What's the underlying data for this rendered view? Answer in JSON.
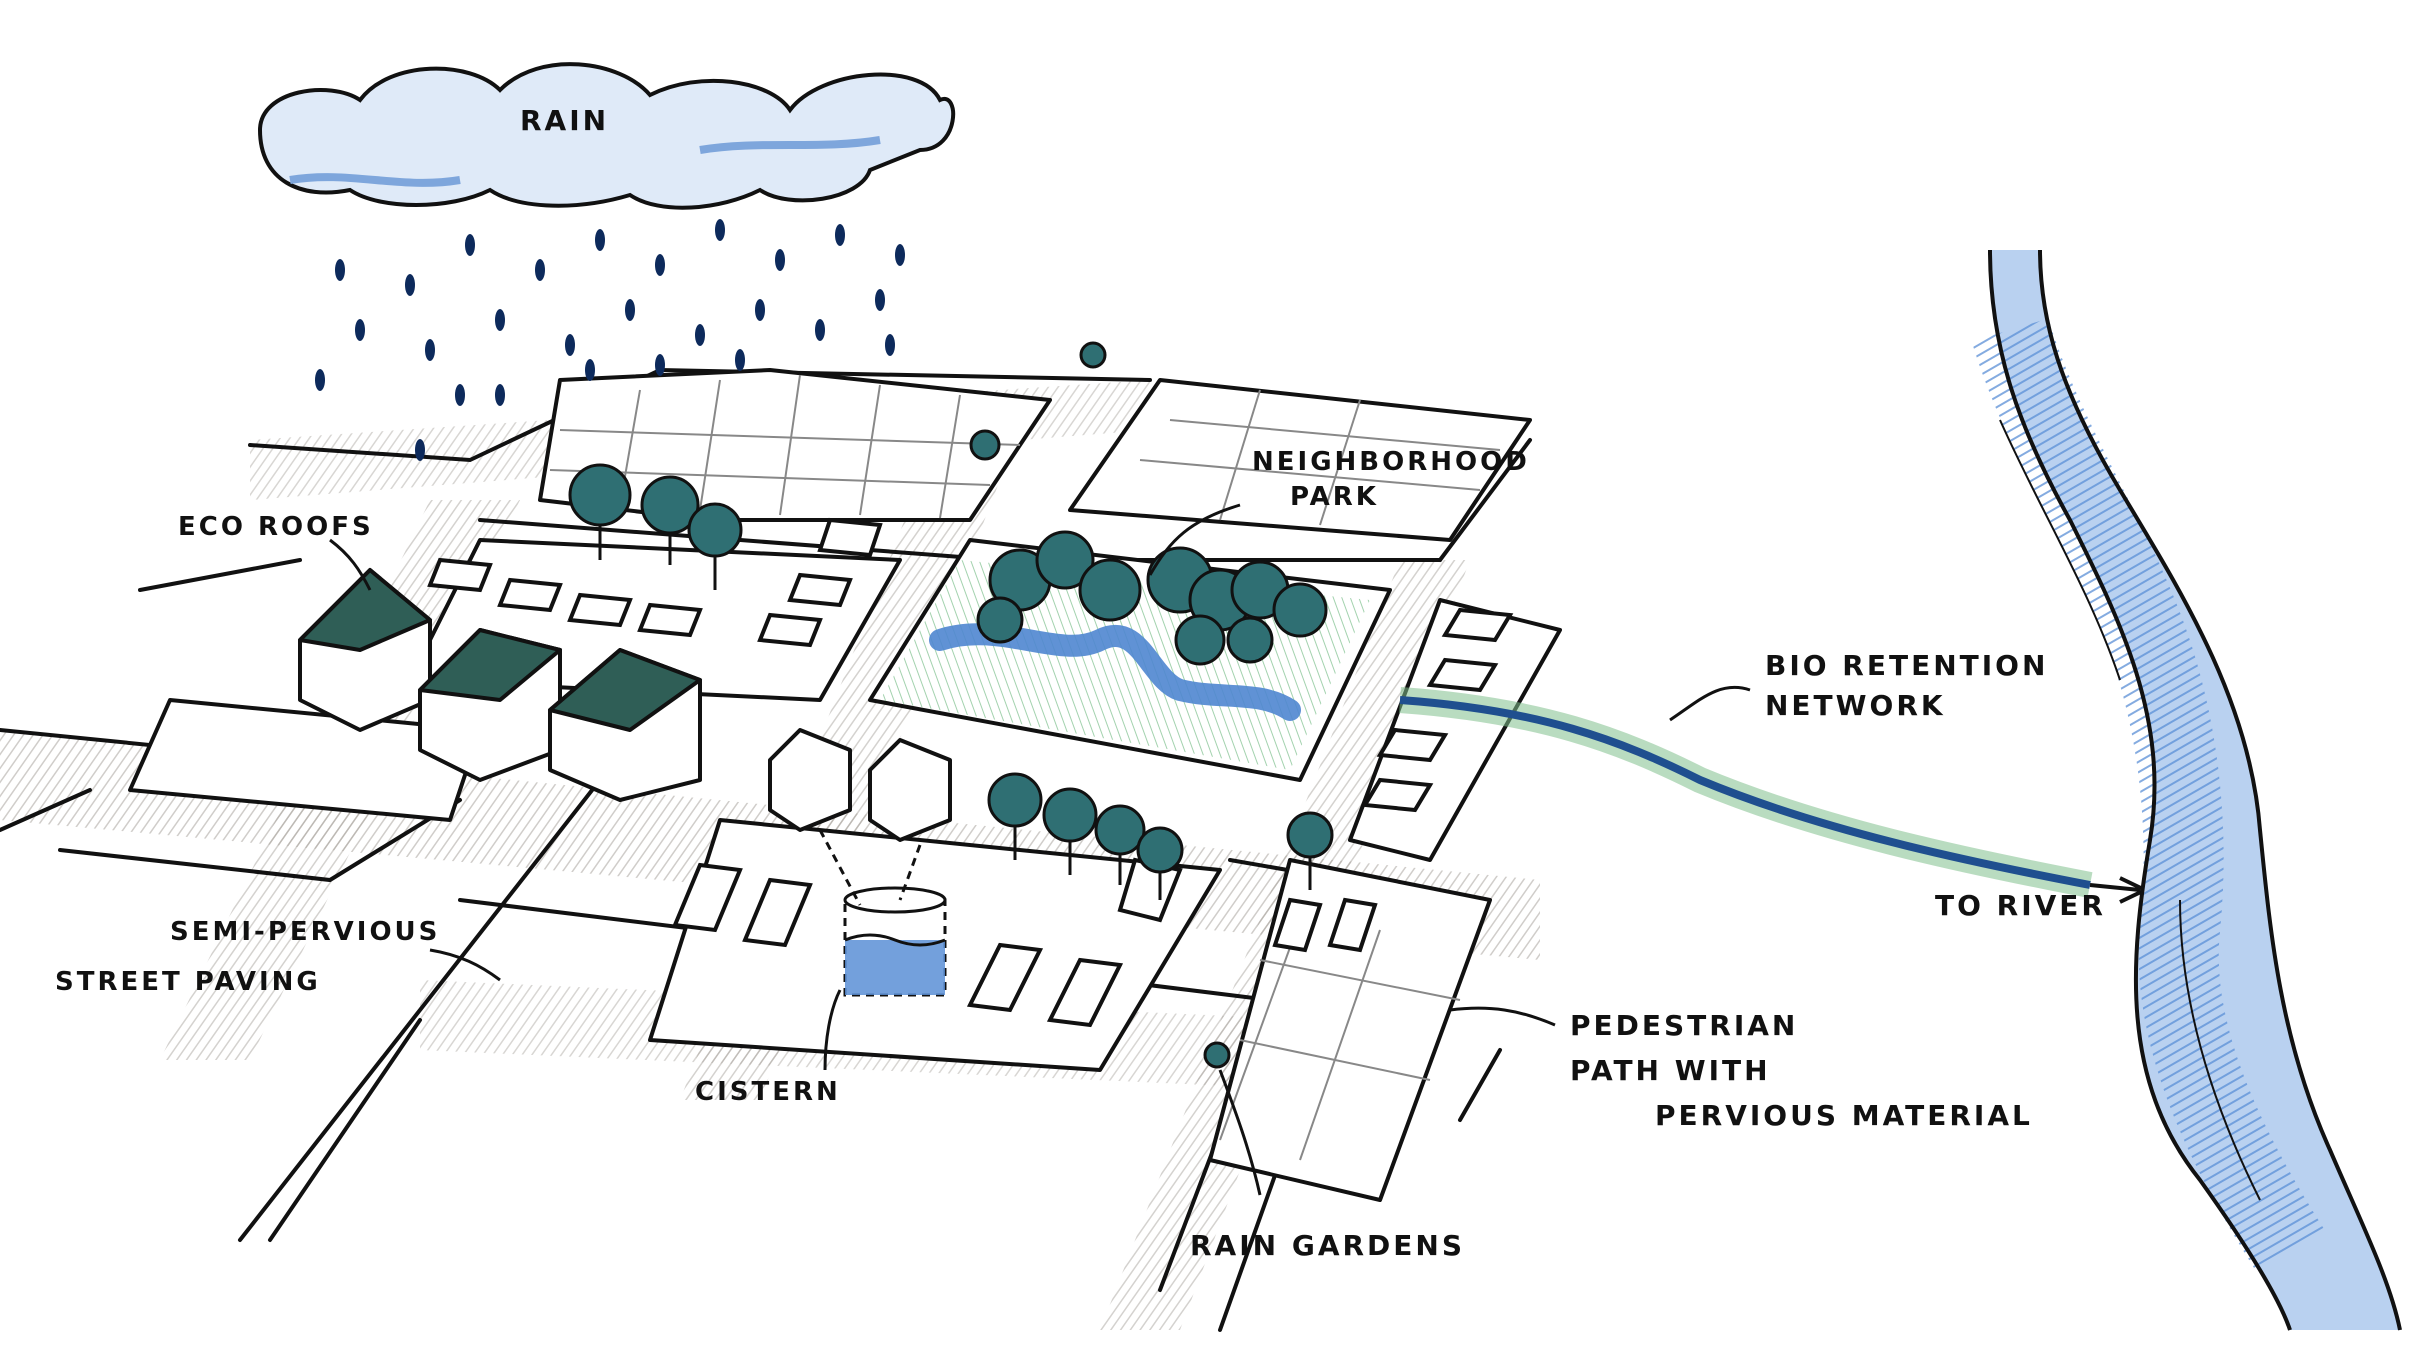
{
  "diagram": {
    "labels": {
      "rain": "RAIN",
      "eco_roofs": "ECO ROOFS",
      "neighborhood_park_line1": "NEIGHBORHOOD",
      "neighborhood_park_line2": "PARK",
      "bio_retention_line1": "BIO RETENTION",
      "bio_retention_line2": "NETWORK",
      "to_river": "TO RIVER",
      "semi_pervious_line1": "SEMI-PERVIOUS",
      "semi_pervious_line2": "STREET PAVING",
      "cistern": "CISTERN",
      "pedestrian_line1": "PEDESTRIAN",
      "pedestrian_line2": "PATH WITH",
      "pedestrian_line3": "PERVIOUS MATERIAL",
      "rain_gardens": "RAIN GARDENS"
    },
    "colors": {
      "ink": "#111111",
      "street": "#c9c6c1",
      "water": "#5b8fd6",
      "water_light": "#b9d1f0",
      "tree": "#2f6f73",
      "grass": "#7fbf8c",
      "roof": "#2f5e56"
    }
  }
}
